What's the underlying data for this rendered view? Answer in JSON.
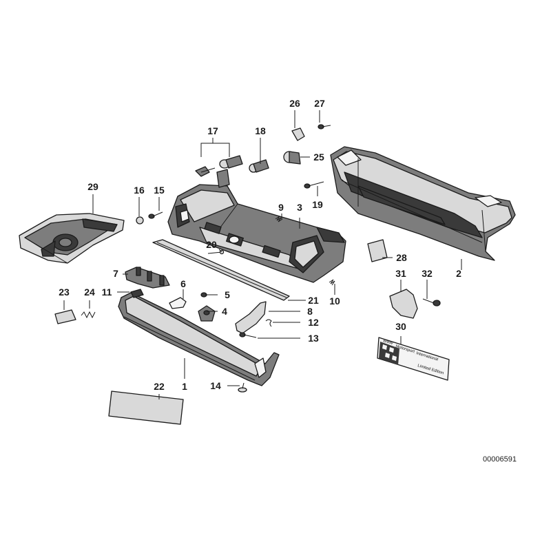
{
  "diagram": {
    "document_id": "00006591",
    "callouts": [
      "1",
      "2",
      "3",
      "4",
      "5",
      "6",
      "7",
      "8",
      "9",
      "10",
      "11",
      "12",
      "13",
      "14",
      "15",
      "16",
      "17",
      "18",
      "19",
      "20",
      "21",
      "22",
      "23",
      "24",
      "25",
      "26",
      "27",
      "28",
      "29",
      "30",
      "31",
      "32"
    ],
    "decal_text": {
      "line1": "BMW",
      "line2": "Motorsport",
      "line3": "International",
      "line4": "Limited Edition"
    }
  }
}
